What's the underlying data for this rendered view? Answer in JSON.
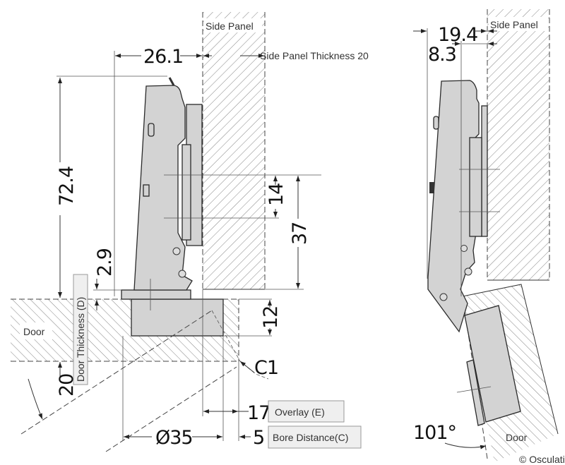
{
  "left_view": {
    "side_panel_label": "Side Panel",
    "side_panel_thickness_label": "Side Panel Thickness 20",
    "door_label": "Door",
    "dim_26_1": "26.1",
    "dim_72_4": "72.4",
    "dim_14": "14",
    "dim_37": "37",
    "dim_2_9": "2.9",
    "dim_12": "12",
    "dim_20": "20",
    "door_thickness_label": "Door Thickness (D)",
    "c1_label": "C1",
    "dim_17": "17",
    "overlay_label": "Overlay (E)",
    "dim_35": "Ø35",
    "dim_5": "5",
    "bore_distance_label": "Bore Distance(C)"
  },
  "right_view": {
    "side_panel_label": "Side Panel",
    "dim_19_4": "19.4",
    "dim_8_3": "8.3",
    "angle_label": "101°",
    "door_label": "Door"
  },
  "copyright": "© Osculati Srl",
  "colors": {
    "part_fill": "#d3d3d3",
    "line": "#333333"
  }
}
